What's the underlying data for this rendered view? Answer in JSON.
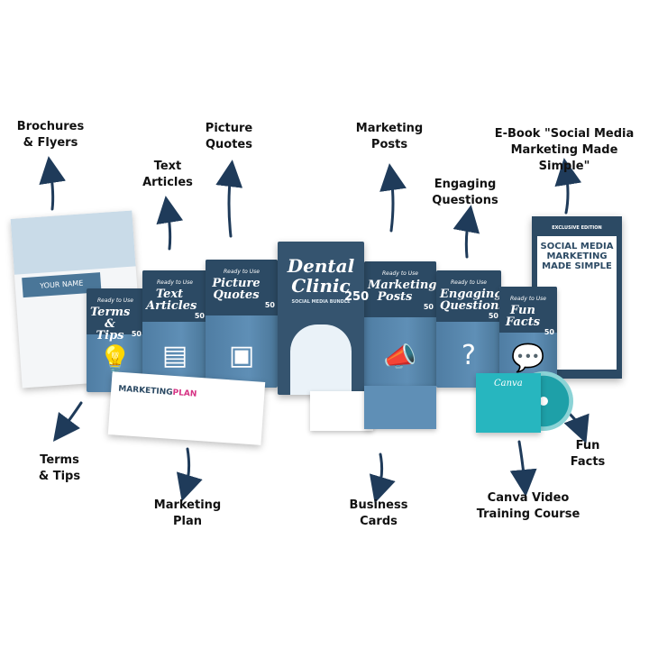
{
  "labels": {
    "brochures": [
      "Brochures",
      "& Flyers"
    ],
    "text_articles": [
      "Text",
      "Articles"
    ],
    "picture_quotes": [
      "Picture",
      "Quotes"
    ],
    "marketing_posts": [
      "Marketing",
      "Posts"
    ],
    "engaging_questions": [
      "Engaging",
      "Questions"
    ],
    "ebook": [
      "E-Book \"Social Media",
      "Marketing Made Simple\""
    ],
    "terms_tips": [
      "Terms",
      "& Tips"
    ],
    "marketing_plan": [
      "Marketing",
      "Plan"
    ],
    "business_cards": [
      "Business",
      "Cards"
    ],
    "canva_course": [
      "Canva Video",
      "Training Course"
    ],
    "fun_facts": [
      "Fun",
      "Facts"
    ]
  },
  "boxes": {
    "ready_text": "Ready to Use",
    "terms": {
      "title": "Terms & Tips",
      "count": "50",
      "icon": "lightbulb-icon"
    },
    "articles": {
      "title": "Text Articles",
      "count": "50",
      "icon": "article-icon"
    },
    "quotes": {
      "title": "Picture Quotes",
      "count": "50",
      "icon": "image-icon"
    },
    "posts": {
      "title": "Marketing Posts",
      "count": "50",
      "icon": "megaphone-icon"
    },
    "questions": {
      "title": "Engaging Questions",
      "count": "50",
      "icon": "question-icon"
    },
    "facts": {
      "title": "Fun Facts",
      "count": "50",
      "icon": "chat-bubbles-icon"
    }
  },
  "center": {
    "title": "Dental Clinic",
    "subtitle": "SOCIAL MEDIA BUNDLE",
    "count": "250"
  },
  "ebook": {
    "edition": "EXCLUSIVE EDITION",
    "title": "SOCIAL MEDIA MARKETING MADE SIMPLE"
  },
  "flyer": {
    "name": "YOUR NAME"
  },
  "plan": {
    "title_a": "MARKETING",
    "title_b": "PLAN"
  },
  "canva": {
    "brand": "Canva"
  },
  "colors": {
    "box": "#5f8fb6",
    "box_dark": "#2c4a64",
    "arrow": "#1f3b5a",
    "canva": "#27b6bf"
  }
}
